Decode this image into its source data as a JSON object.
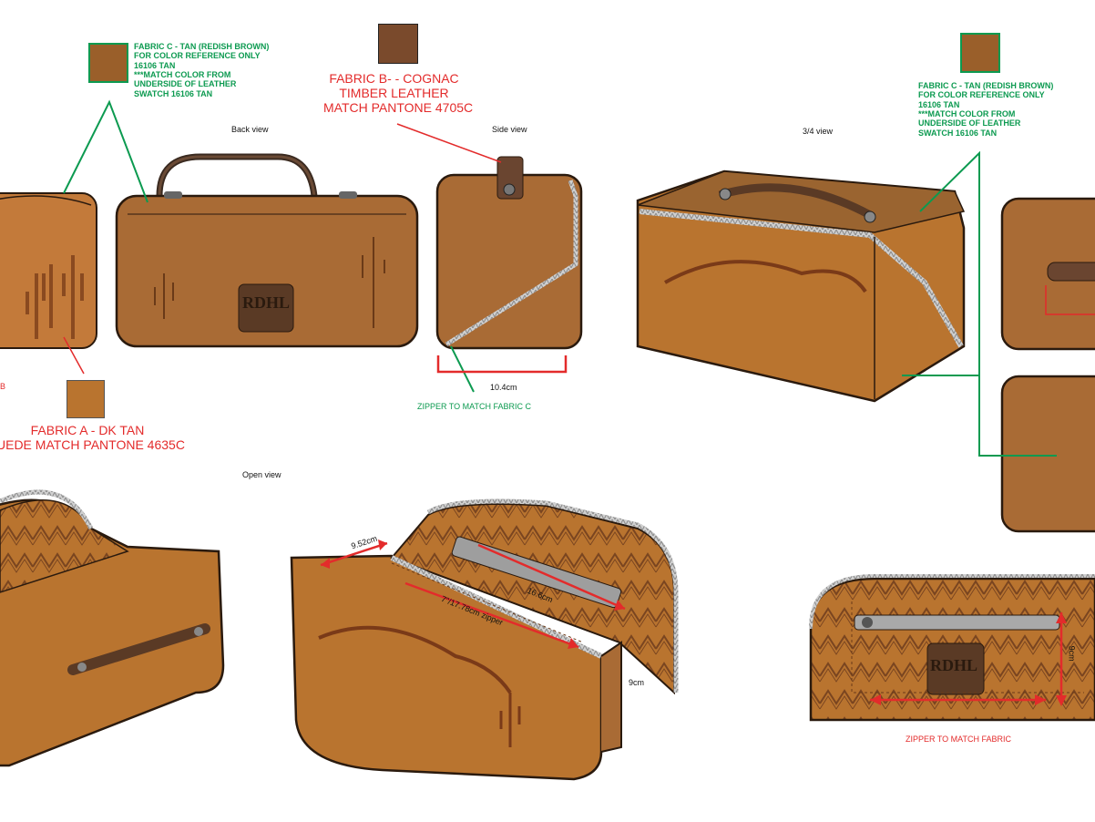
{
  "labels": {
    "fabric_c_left": [
      "FABRIC C - TAN (REDISH BROWN)",
      "FOR COLOR REFERENCE ONLY",
      "16106 TAN",
      " ***MATCH COLOR FROM",
      "UNDERSIDE OF LEATHER",
      "SWATCH 16106 TAN"
    ],
    "fabric_c_right": [
      "FABRIC C - TAN (REDISH BROWN)",
      "FOR COLOR REFERENCE ONLY",
      "16106 TAN",
      " ***MATCH COLOR FROM",
      "UNDERSIDE OF LEATHER",
      "SWATCH 16106 TAN"
    ],
    "fabric_b": [
      "FABRIC B-  - COGNAC",
      "TIMBER LEATHER",
      "MATCH PANTONE 4705C"
    ],
    "fabric_a": [
      "FABRIC A - DK TAN",
      "UEDE MATCH PANTONE 4635C"
    ],
    "fragment_b": "B",
    "zipper_fabric_c": "ZIPPER TO MATCH FABRIC C",
    "zipper_fabric": "ZIPPER TO MATCH FABRIC"
  },
  "views": {
    "back": "Back view",
    "side": "Side view",
    "three_quarter": "3/4 view",
    "open": "Open view"
  },
  "dimensions": {
    "side_width": "10.4cm",
    "open_depth": "9.52cm",
    "inner_zip": "16.6cm",
    "front_zip": "7\"/17.78cm zipper",
    "open_height": "9cm",
    "right_height": "9cm"
  },
  "logo": "RDHL",
  "colors": {
    "fabric_a": "#b9742f",
    "fabric_b": "#7a4a2c",
    "fabric_c": "#9a5f2a",
    "accent_red": "#e32b2b",
    "accent_green": "#0c9a50"
  }
}
